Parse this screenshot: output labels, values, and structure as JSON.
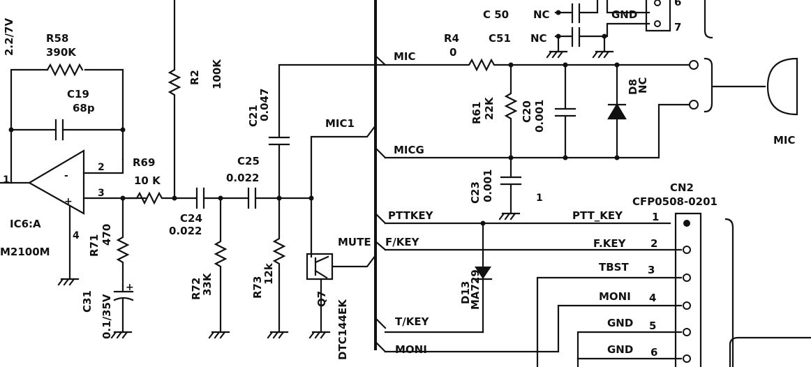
{
  "components": {
    "r58": {
      "ref": "R58",
      "value": "390K"
    },
    "c19": {
      "ref": "C19",
      "value": "68p"
    },
    "r2": {
      "ref": "R2",
      "value": "100K"
    },
    "r69": {
      "ref": "R69",
      "value": "10 K"
    },
    "c24": {
      "ref": "C24",
      "value": "0.022"
    },
    "c25": {
      "ref": "C25",
      "value": "0.022"
    },
    "c21": {
      "ref": "C21",
      "value": "0.047"
    },
    "r71": {
      "ref": "R71",
      "value": "470"
    },
    "c31": {
      "ref": "C31",
      "value": "0.1/35V"
    },
    "r72": {
      "ref": "R72",
      "value": "33K"
    },
    "r73": {
      "ref": "R73",
      "value": "12k"
    },
    "q7": {
      "ref": "Q7",
      "value": "DTC144EK"
    },
    "r4": {
      "ref": "R4",
      "value": "0"
    },
    "r61": {
      "ref": "R61",
      "value": "22K"
    },
    "c20": {
      "ref": "C20",
      "value": "0.001"
    },
    "c23": {
      "ref": "C23",
      "value": "0.001"
    },
    "d8": {
      "ref": "D8",
      "value": "NC"
    },
    "d13": {
      "ref": "D13",
      "value": "MA729"
    },
    "c50": {
      "ref": "C 50",
      "value": "NC"
    },
    "c51": {
      "ref": "C51",
      "value": "NC"
    },
    "ic6": {
      "ref": "IC6:A",
      "part": "M2100M"
    },
    "cn2": {
      "ref": "CN2",
      "part": "CFP0508-0201"
    },
    "topleft_value": "2.2/7V"
  },
  "opamp_pins": {
    "p1": "1",
    "p2": "2",
    "p3": "3",
    "p4": "4",
    "minus": "-",
    "plus": "+"
  },
  "nets": {
    "mic": "MIC",
    "mic1": "MIC1",
    "micg": "MICG",
    "mute": "MUTE",
    "pttkey": "PTTKEY",
    "fkey": "F/KEY",
    "tkey": "T/KEY",
    "moni": "MONI",
    "gnd_top": "GND",
    "mic_label": "MIC",
    "c23_mark": "1"
  },
  "top_connector_pins": [
    "6",
    "7"
  ],
  "cn2_pins": [
    {
      "num": "1",
      "name": "PTT_KEY"
    },
    {
      "num": "2",
      "name": "F.KEY"
    },
    {
      "num": "3",
      "name": "TBST"
    },
    {
      "num": "4",
      "name": "MONI"
    },
    {
      "num": "5",
      "name": "GND"
    },
    {
      "num": "6",
      "name": "GND"
    }
  ]
}
